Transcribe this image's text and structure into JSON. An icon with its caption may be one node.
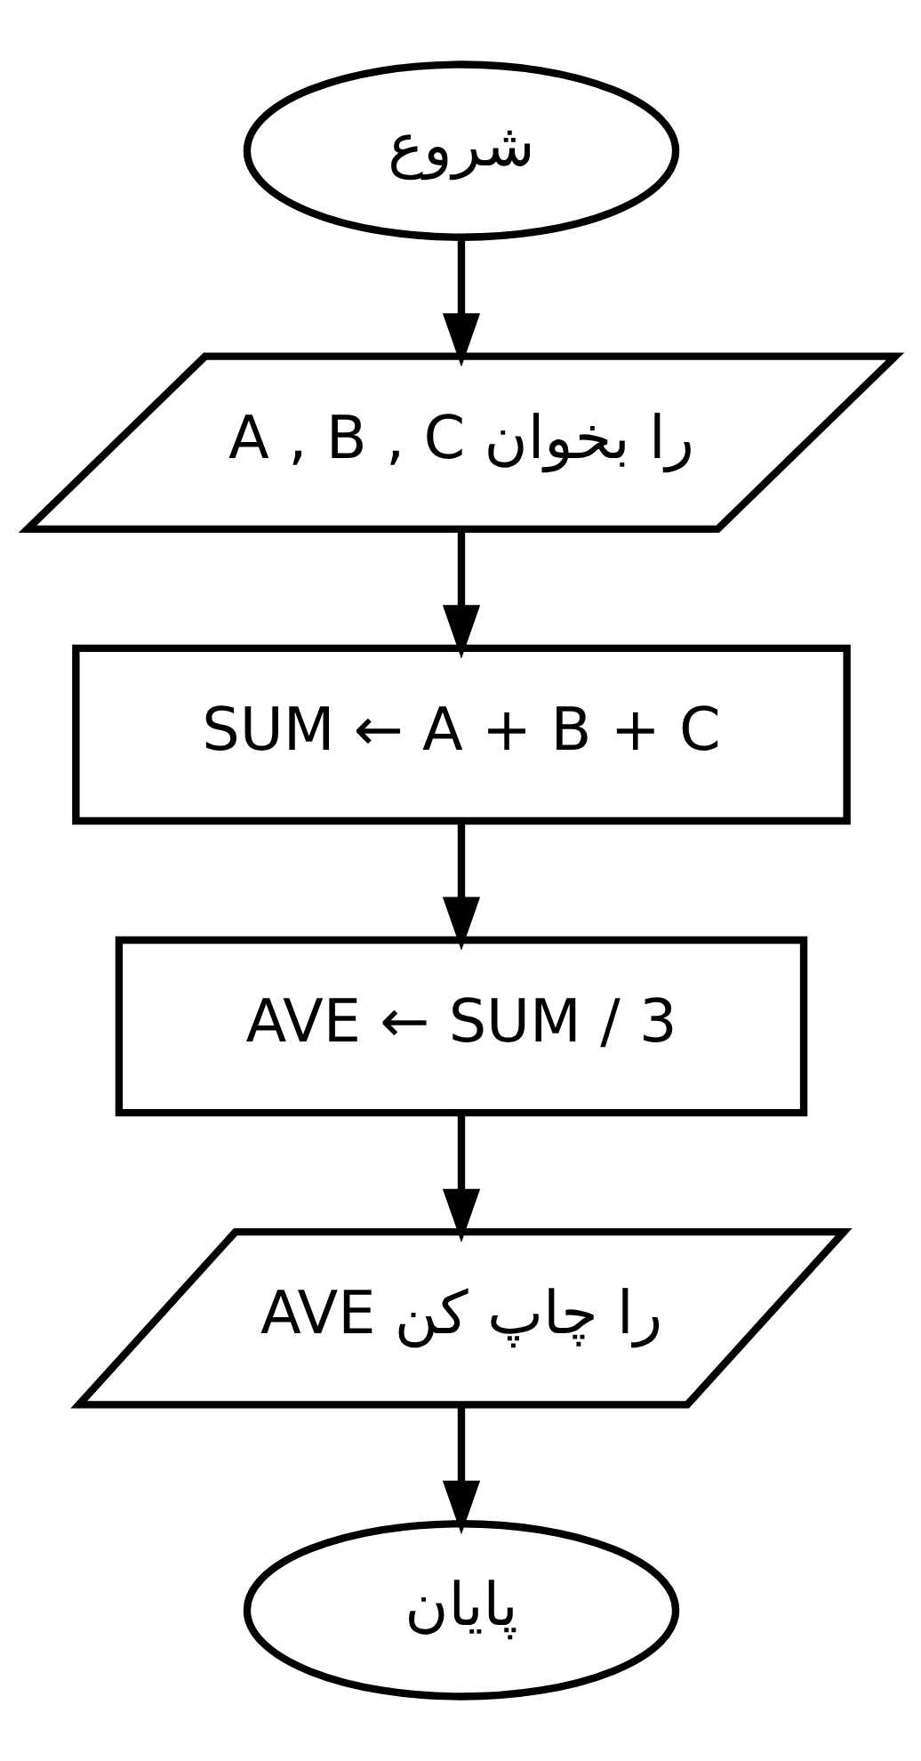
{
  "diagram": {
    "nodes": [
      {
        "text": [
          "شروع"
        ]
      },
      {
        "text": [
          "A , B , C را بخوان"
        ]
      },
      {
        "text": [
          "SUM ← A + B + C"
        ]
      },
      {
        "text": [
          "AVE ← SUM / 3"
        ]
      },
      {
        "text": [
          "AVE را چاپ کن"
        ]
      },
      {
        "text": [
          "پایان"
        ]
      }
    ],
    "edges": [
      {
        "from": 0,
        "to": 1,
        "arrow": "to"
      },
      {
        "from": 1,
        "to": 2,
        "arrow": "to"
      },
      {
        "from": 2,
        "to": 3,
        "arrow": "to"
      },
      {
        "from": 3,
        "to": 4,
        "arrow": "to"
      },
      {
        "from": 4,
        "to": 5,
        "arrow": "to"
      }
    ]
  }
}
